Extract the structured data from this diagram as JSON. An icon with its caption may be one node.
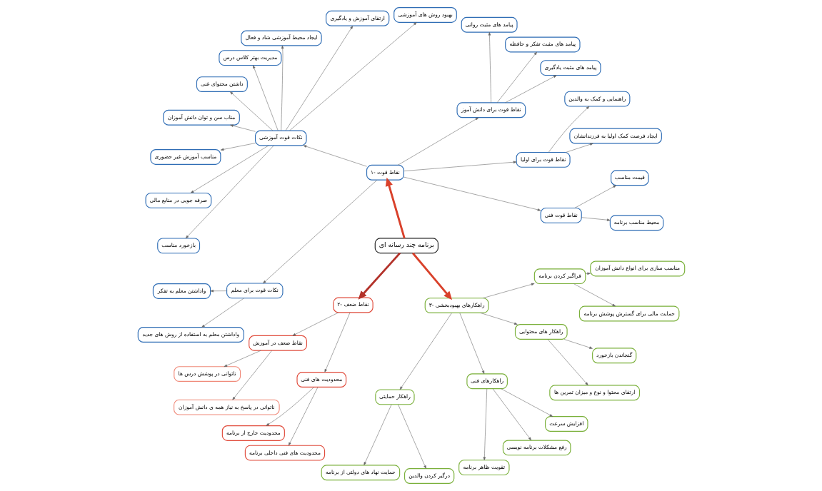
{
  "diagram": {
    "nodes": [
      {
        "text": [
          "برنامه چند رسانه ای"
        ]
      },
      {
        "text": [
          "۱- نقاط قوت"
        ]
      },
      {
        "text": [
          "نقاط قوت فنی"
        ]
      },
      {
        "text": [
          "محیط مناسب برنامه"
        ]
      },
      {
        "text": [
          "قیمت مناسب"
        ]
      },
      {
        "text": [
          "نقاط قوت برای اولیا"
        ]
      },
      {
        "text": [
          "ایجاد فرصت کمک اولیا به فرزندانشان"
        ]
      },
      {
        "text": [
          "راهنمایی و کمک به والدین"
        ]
      },
      {
        "text": [
          "نقاط قوت برای دانش آموز"
        ]
      },
      {
        "text": [
          "پیامد های مثبت یادگیری"
        ]
      },
      {
        "text": [
          "پیامد های مثبت تفکر و حافظه"
        ]
      },
      {
        "text": [
          "پیامد های مثبت روانی"
        ]
      },
      {
        "text": [
          "نکات قوت آموزشی"
        ]
      },
      {
        "text": [
          "بهبود روش های آموزشی"
        ]
      },
      {
        "text": [
          "ارتقای آموزش و یادگیری"
        ]
      },
      {
        "text": [
          "ایجاد محیط آموزشی شاد و فعال"
        ]
      },
      {
        "text": [
          "مدیریت بهتر کلاس درس"
        ]
      },
      {
        "text": [
          "داشتن محتوای غنی"
        ]
      },
      {
        "text": [
          "مناب سن و توان دانش آموزان"
        ]
      },
      {
        "text": [
          "مناسب آموزش غیر حضوری"
        ]
      },
      {
        "text": [
          "صرفه جویی در منابع مالی"
        ]
      },
      {
        "text": [
          "بازخورد مناسب"
        ]
      },
      {
        "text": [
          "نکات قوت برای معلم"
        ]
      },
      {
        "text": [
          "واداشتن معلم به تفکر"
        ]
      },
      {
        "text": [
          "واداشتن معلم به استفاده از روش های جدید"
        ]
      },
      {
        "text": [
          "۲- نقاط ضعف"
        ]
      },
      {
        "text": [
          "نقاط ضعف در آموزش"
        ]
      },
      {
        "text": [
          "ناتوانی در پوشش درس ها"
        ]
      },
      {
        "text": [
          "ناتوانی در پاسخ به نیاز همه ی دانش آموزان"
        ]
      },
      {
        "text": [
          "محدودیت های فنی"
        ]
      },
      {
        "text": [
          "محدودیت خارج از برنامه"
        ]
      },
      {
        "text": [
          "محدودیت های فنی داخلی برنامه"
        ]
      },
      {
        "text": [
          "۳- راهکارهای بهبودبخشی"
        ]
      },
      {
        "text": [
          "راهکار حمایتی"
        ]
      },
      {
        "text": [
          "حمایت نهاد های دولتی از برنامه"
        ]
      },
      {
        "text": [
          "درگیر کردن والدین"
        ]
      },
      {
        "text": [
          "راهکارهای فنی"
        ]
      },
      {
        "text": [
          "تقویت ظاهر برنامه"
        ]
      },
      {
        "text": [
          "رفع مشکلات برنامه نویسی"
        ]
      },
      {
        "text": [
          "افزایش سرعت"
        ]
      },
      {
        "text": [
          "راهکار های محتوایی"
        ]
      },
      {
        "text": [
          "ارتقای محتوا و نوع و میزان تمرین ها"
        ]
      },
      {
        "text": [
          "گنجاندن بازخورد"
        ]
      },
      {
        "text": [
          "فراگیر کردن برنامه"
        ]
      },
      {
        "text": [
          "حمایت مالی برای گسترش پوشش برنامه"
        ]
      },
      {
        "text": [
          "مناسب سازی برای انواع دانش آموزان"
        ]
      }
    ],
    "edges": [
      {
        "from": 0,
        "to": 1,
        "arrow": "to",
        "style": "thick",
        "color": "#d9412b"
      },
      {
        "from": 1,
        "to": 2,
        "arrow": "to"
      },
      {
        "from": 2,
        "to": 3,
        "arrow": "to"
      },
      {
        "from": 2,
        "to": 4,
        "arrow": "to"
      },
      {
        "from": 1,
        "to": 5,
        "arrow": "to"
      },
      {
        "from": 5,
        "to": 6,
        "arrow": "to"
      },
      {
        "from": 5,
        "to": 7,
        "arrow": "to"
      },
      {
        "from": 1,
        "to": 8,
        "arrow": "to"
      },
      {
        "from": 8,
        "to": 9,
        "arrow": "to"
      },
      {
        "from": 8,
        "to": 10,
        "arrow": "to"
      },
      {
        "from": 8,
        "to": 11,
        "arrow": "to"
      },
      {
        "from": 1,
        "to": 12,
        "arrow": "to"
      },
      {
        "from": 12,
        "to": 13,
        "arrow": "to"
      },
      {
        "from": 12,
        "to": 14,
        "arrow": "to"
      },
      {
        "from": 12,
        "to": 15,
        "arrow": "to"
      },
      {
        "from": 12,
        "to": 16,
        "arrow": "to"
      },
      {
        "from": 12,
        "to": 17,
        "arrow": "to"
      },
      {
        "from": 12,
        "to": 18,
        "arrow": "to"
      },
      {
        "from": 12,
        "to": 19,
        "arrow": "to"
      },
      {
        "from": 12,
        "to": 20,
        "arrow": "to"
      },
      {
        "from": 12,
        "to": 21,
        "arrow": "to"
      },
      {
        "from": 1,
        "to": 22,
        "arrow": "to"
      },
      {
        "from": 22,
        "to": 23,
        "arrow": "to"
      },
      {
        "from": 22,
        "to": 24,
        "arrow": "to"
      },
      {
        "from": 0,
        "to": 25,
        "arrow": "to",
        "style": "thick",
        "color": "#b3322a"
      },
      {
        "from": 25,
        "to": 26,
        "arrow": "to"
      },
      {
        "from": 26,
        "to": 27,
        "arrow": "to"
      },
      {
        "from": 26,
        "to": 28,
        "arrow": "to"
      },
      {
        "from": 25,
        "to": 29,
        "arrow": "to"
      },
      {
        "from": 29,
        "to": 30,
        "arrow": "to"
      },
      {
        "from": 29,
        "to": 31,
        "arrow": "to"
      },
      {
        "from": 0,
        "to": 32,
        "arrow": "to",
        "style": "thick",
        "color": "#d9412b"
      },
      {
        "from": 32,
        "to": 33,
        "arrow": "to"
      },
      {
        "from": 33,
        "to": 34,
        "arrow": "to"
      },
      {
        "from": 33,
        "to": 35,
        "arrow": "to"
      },
      {
        "from": 32,
        "to": 36,
        "arrow": "to"
      },
      {
        "from": 36,
        "to": 37,
        "arrow": "to"
      },
      {
        "from": 36,
        "to": 38,
        "arrow": "to"
      },
      {
        "from": 36,
        "to": 39,
        "arrow": "to"
      },
      {
        "from": 32,
        "to": 40,
        "arrow": "to"
      },
      {
        "from": 40,
        "to": 41,
        "arrow": "to"
      },
      {
        "from": 40,
        "to": 42,
        "arrow": "to"
      },
      {
        "from": 32,
        "to": 43,
        "arrow": "to"
      },
      {
        "from": 43,
        "to": 44,
        "arrow": "to"
      },
      {
        "from": 43,
        "to": 45,
        "arrow": "to"
      }
    ]
  }
}
